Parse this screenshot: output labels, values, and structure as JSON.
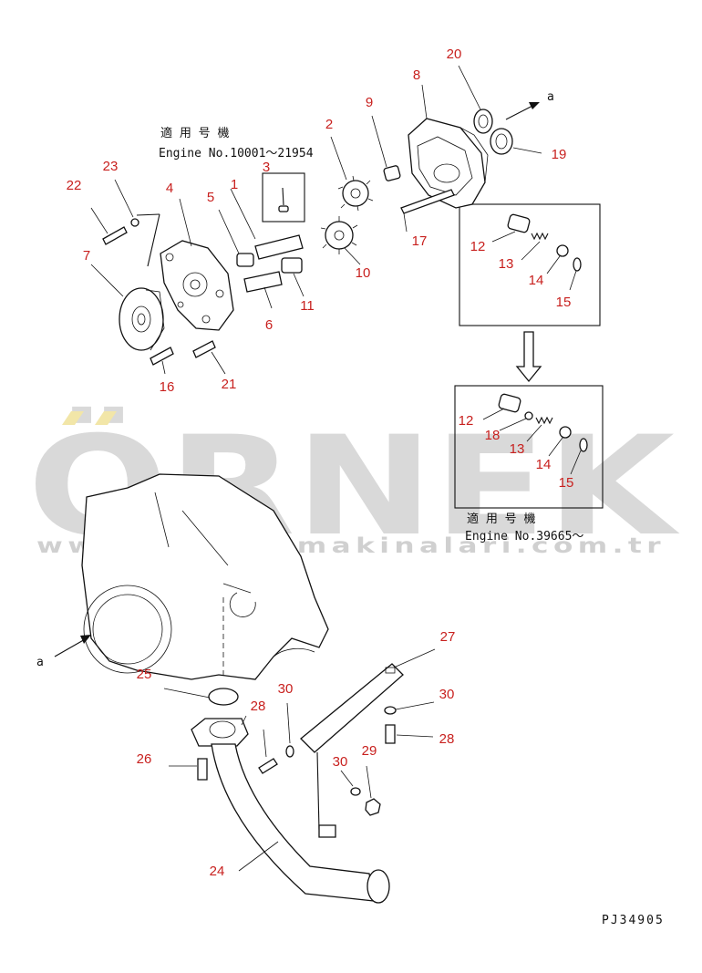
{
  "top_note": {
    "line1": "適 用 号 機",
    "line2": "Engine No.10001～21954"
  },
  "bottom_note": {
    "line1": "適 用 号 機",
    "line2": "Engine No.39665～"
  },
  "view_label_top": "a",
  "view_label_left": "a",
  "drawing_code": "PJ34905",
  "watermark": {
    "brand": "ÖRNEK",
    "url": "www.ornekismakinalari.com.tr"
  },
  "callouts": {
    "c1": "1",
    "c2": "2",
    "c3": "3",
    "c4": "4",
    "c5": "5",
    "c6": "6",
    "c7": "7",
    "c8": "8",
    "c9": "9",
    "c10": "10",
    "c11": "11",
    "c12a": "12",
    "c13a": "13",
    "c14a": "14",
    "c15a": "15",
    "c12b": "12",
    "c18": "18",
    "c13b": "13",
    "c14b": "14",
    "c15b": "15",
    "c16": "16",
    "c17": "17",
    "c19": "19",
    "c20": "20",
    "c21": "21",
    "c22": "22",
    "c23": "23",
    "c24": "24",
    "c25": "25",
    "c26": "26",
    "c27": "27",
    "c28a": "28",
    "c28b": "28",
    "c29": "29",
    "c30a": "30",
    "c30b": "30",
    "c30c": "30"
  }
}
